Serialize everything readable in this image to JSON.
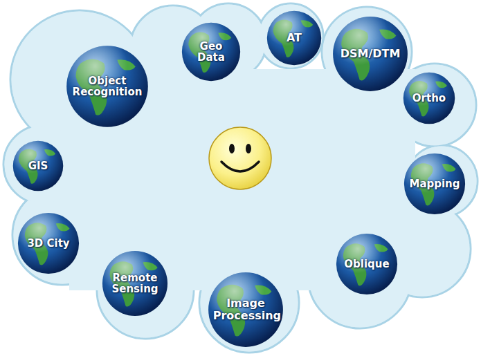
{
  "diagram": {
    "nodes": [
      {
        "text": [
          "Geo Data"
        ]
      },
      {
        "text": [
          "AT"
        ]
      },
      {
        "text": [
          "DSM/DTM"
        ]
      },
      {
        "text": [
          "Object Recognition"
        ]
      },
      {
        "text": [
          "Ortho"
        ]
      },
      {
        "text": [
          "GIS"
        ]
      },
      {
        "text": [
          "Mapping"
        ]
      },
      {
        "text": [
          "3D City"
        ]
      },
      {
        "text": [
          "Oblique"
        ]
      },
      {
        "text": [
          "Remote Sensing"
        ]
      },
      {
        "text": [
          "Image Processing"
        ]
      }
    ]
  }
}
